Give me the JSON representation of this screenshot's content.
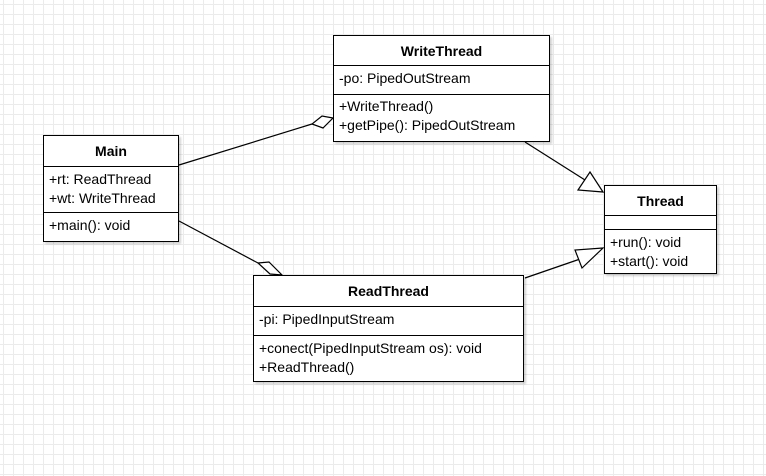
{
  "classes": {
    "main": {
      "name": "Main",
      "attributes": [
        "+rt: ReadThread",
        "+wt: WriteThread"
      ],
      "methods": [
        "+main(): void"
      ]
    },
    "write_thread": {
      "name": "WriteThread",
      "attributes": [
        "-po: PipedOutStream"
      ],
      "methods": [
        "+WriteThread()",
        "+getPipe(): PipedOutStream"
      ]
    },
    "thread": {
      "name": "Thread",
      "attributes": [],
      "methods": [
        "+run(): void",
        "+start(): void"
      ]
    },
    "read_thread": {
      "name": "ReadThread",
      "attributes": [
        "-pi: PipedInputStream"
      ],
      "methods": [
        "+conect(PipedInputStream os): void",
        "+ReadThread()"
      ]
    }
  },
  "relations": [
    {
      "type": "aggregation",
      "from": "write_thread",
      "to": "main"
    },
    {
      "type": "aggregation",
      "from": "read_thread",
      "to": "main"
    },
    {
      "type": "generalization",
      "from": "write_thread",
      "to": "thread"
    },
    {
      "type": "generalization",
      "from": "read_thread",
      "to": "thread"
    }
  ],
  "colors": {
    "line": "#000000",
    "box_fill": "#ffffff",
    "grid": "#ebebeb"
  }
}
